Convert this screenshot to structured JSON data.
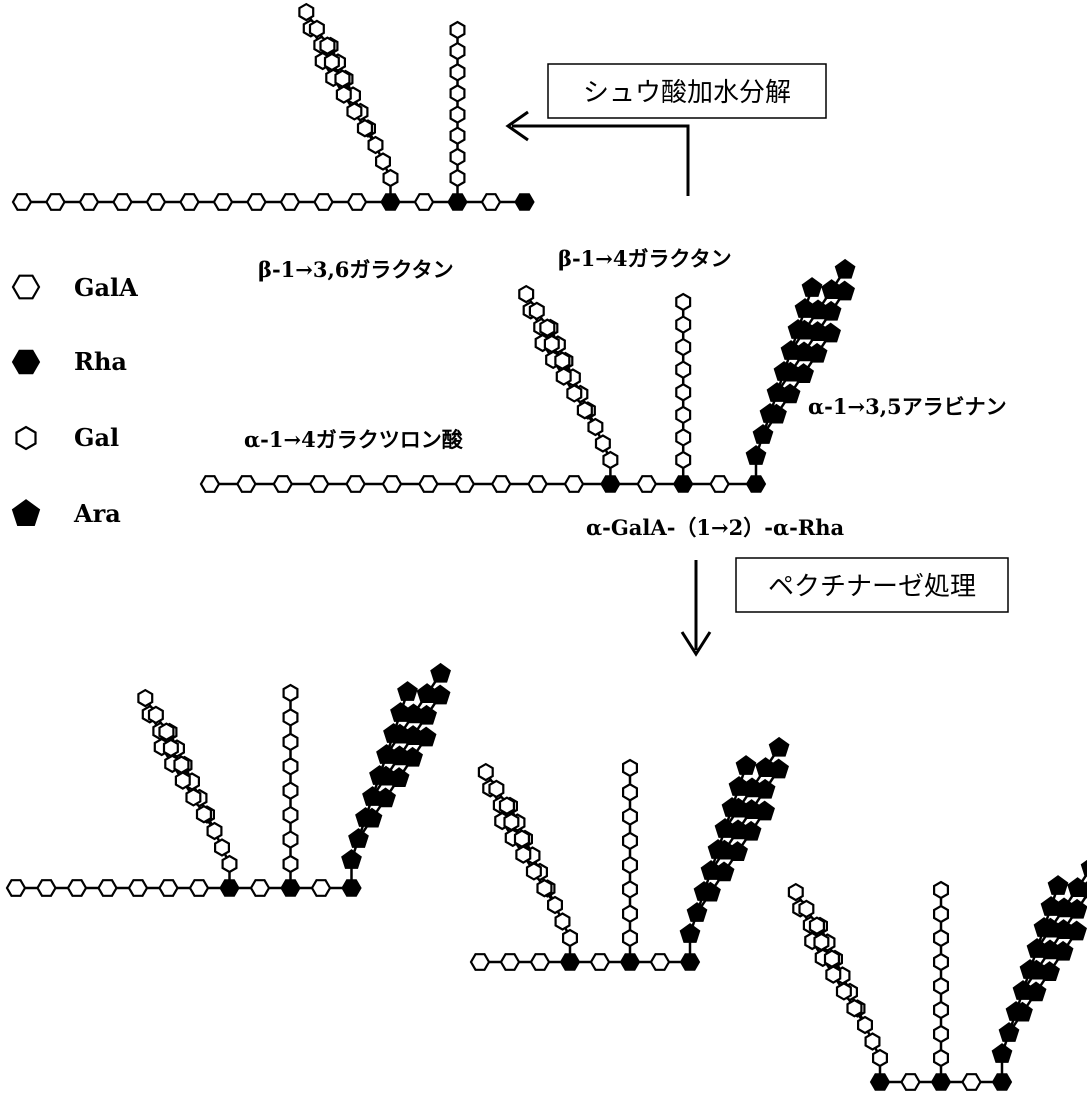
{
  "legend": [
    {
      "shape": "hexagon",
      "fill": "white",
      "text": "GalA"
    },
    {
      "shape": "hexagon",
      "fill": "black",
      "text": "Rha"
    },
    {
      "shape": "hexagon-small",
      "fill": "white",
      "text": "Gal"
    },
    {
      "shape": "pentagon",
      "fill": "black",
      "text": "Ara"
    }
  ],
  "labels": {
    "galactan_36": "β-1→3,6ガラクタン",
    "galactan_4": "β-1→4ガラクタン",
    "arabinan": "α-1→3,5アラビナン",
    "galacturonic": "α-1→4ガラクツロン酸",
    "linkage": "α-GalA-（1→2）-α-Rha"
  },
  "steps": {
    "oxalic": "シュウ酸加水分解",
    "pectinase": "ペクチナーゼ処理"
  },
  "colors": {
    "ink": "#000000",
    "paper": "#ffffff"
  }
}
